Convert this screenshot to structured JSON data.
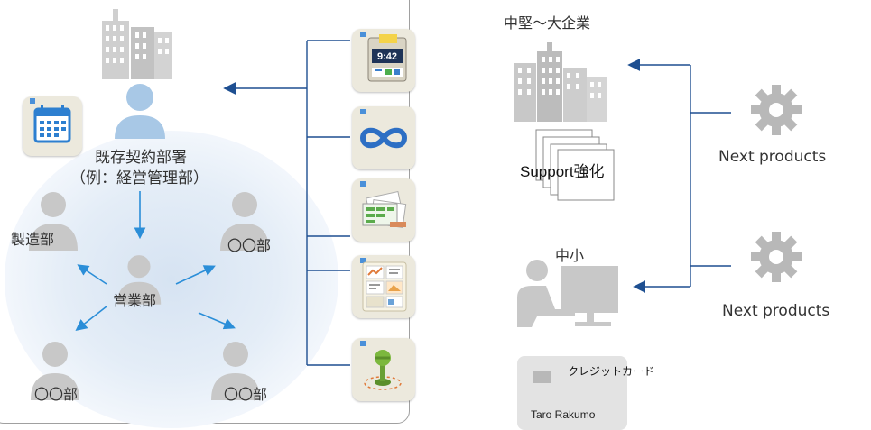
{
  "left": {
    "department_name": "既存契約部署",
    "department_example": "（例：経営管理部）",
    "center_department": "営業部",
    "peer_departments": [
      "製造部",
      "〇〇部",
      "〇〇部",
      "〇〇部"
    ]
  },
  "apps": [
    {
      "icon": "timecard-icon",
      "time": "9:42"
    },
    {
      "icon": "infinity-icon"
    },
    {
      "icon": "spreadsheet-cards-icon"
    },
    {
      "icon": "dashboard-icon"
    },
    {
      "icon": "pin-icon"
    }
  ],
  "right": {
    "enterprise_label": "中堅〜大企業",
    "support_label": "Support強化",
    "smb_label": "中小",
    "credit_card_label": "クレジットカード",
    "card_holder": "Taro Rakumo",
    "next_products": [
      "Next products",
      "Next products"
    ]
  },
  "colors": {
    "arrow": "#1e4f91",
    "blue_arrow": "#2b8ed8",
    "person": "#a8c8e6",
    "gray": "#c8c8c8"
  }
}
